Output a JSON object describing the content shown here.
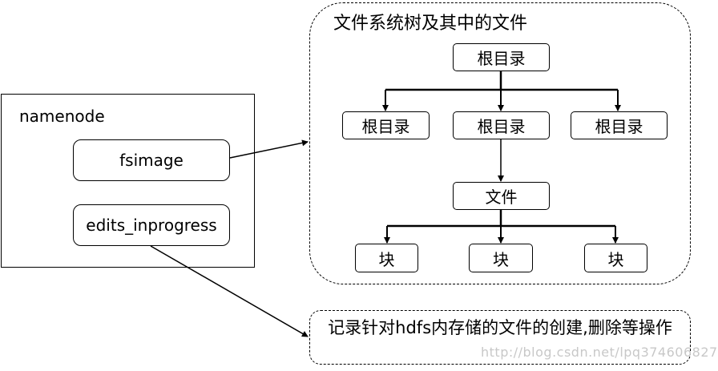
{
  "namenode": {
    "label": "namenode",
    "fsimage": "fsimage",
    "edits": "edits_inprogress"
  },
  "filesystem": {
    "title": "文件系统树及其中的文件",
    "root": "根目录",
    "children": [
      "根目录",
      "根目录",
      "根目录"
    ],
    "file": "文件",
    "blocks": [
      "块",
      "块",
      "块"
    ]
  },
  "note": {
    "text": "记录针对hdfs内存储的文件的创建,删除等操作"
  },
  "watermark": "http://blog.csdn.net/lpq374606827"
}
